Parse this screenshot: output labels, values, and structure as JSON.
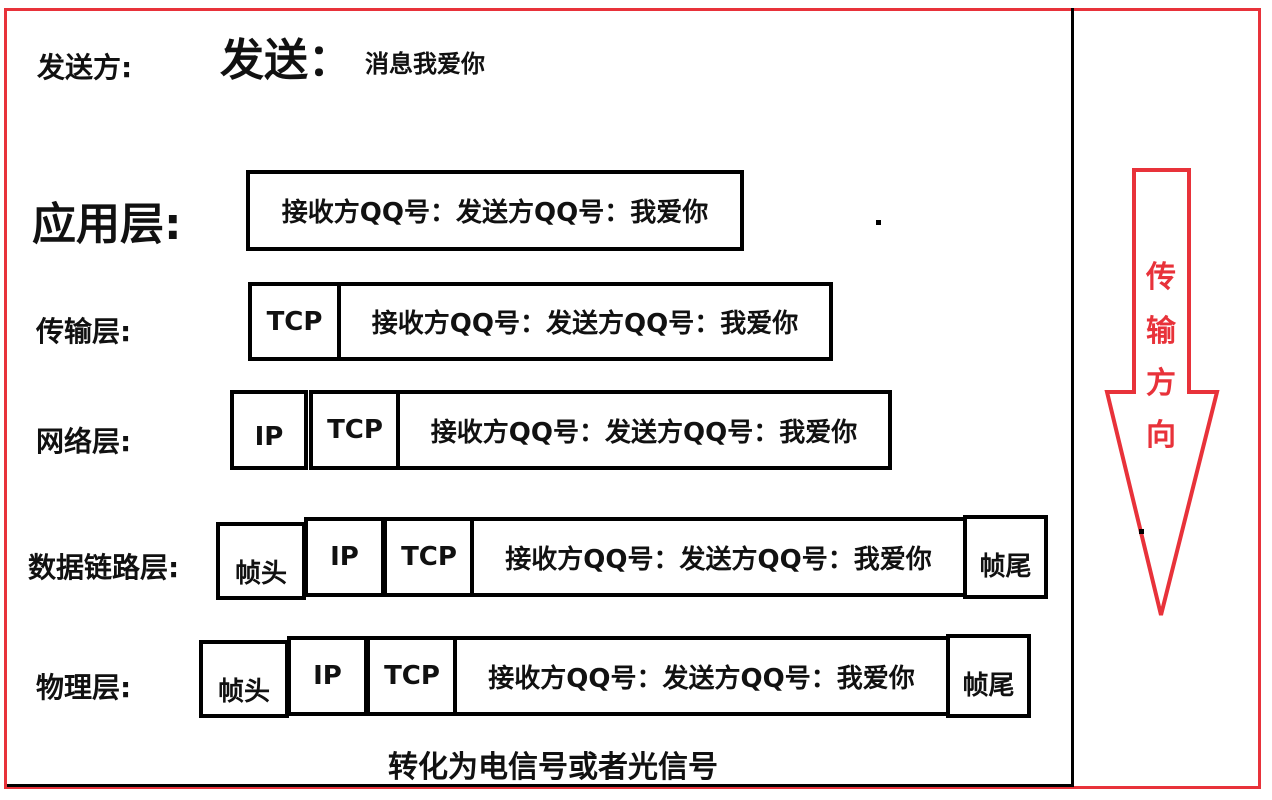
{
  "sender_label": "发送方:",
  "send_label": "发送：",
  "message": "消息我爱你",
  "payload": "接收方QQ号：发送方QQ号：我爱你",
  "layers": {
    "application": "应用层:",
    "transport": "传输层:",
    "network": "网络层:",
    "datalink": "数据链路层:",
    "physical": "物理层:"
  },
  "headers": {
    "tcp": "TCP",
    "ip": "IP",
    "frame_head": "帧头",
    "frame_tail": "帧尾"
  },
  "footer": "转化为电信号或者光信号",
  "direction": [
    "传",
    "输",
    "方",
    "向"
  ],
  "colors": {
    "accent": "#e8323a",
    "ink": "#000000"
  }
}
